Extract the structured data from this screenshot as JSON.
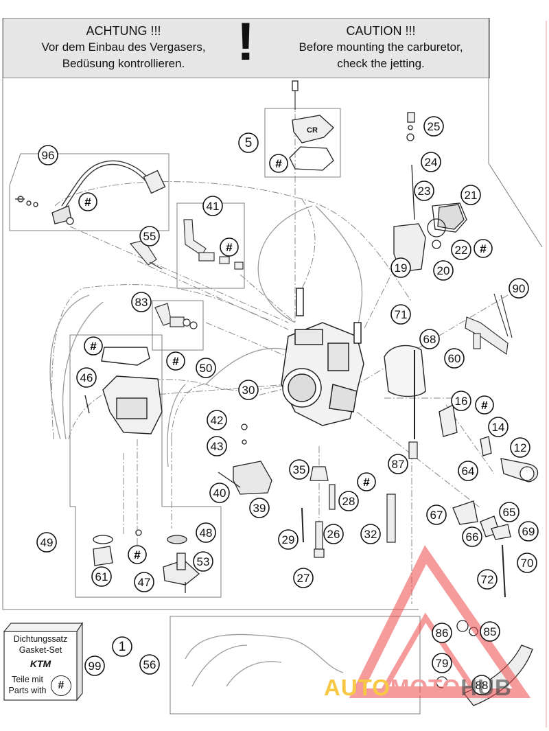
{
  "banner": {
    "de_title": "ACHTUNG !!!",
    "de_line1": "Vor dem Einbau des Vergasers,",
    "de_line2": "Bedüsung kontrollieren.",
    "exclaim": "!",
    "en_title": "CAUTION !!!",
    "en_line1": "Before mounting the carburetor,",
    "en_line2": "check the jetting."
  },
  "gasket_set": {
    "line1": "Dichtungssatz",
    "line2": "Gasket-Set",
    "brand": "KTM",
    "line3": "Teile mit",
    "line4": "Parts with",
    "hash": "#"
  },
  "cap_label": "CR",
  "hash_symbol": "#",
  "callouts": [
    {
      "label": "5"
    },
    {
      "label": "96"
    },
    {
      "label": "41"
    },
    {
      "label": "55"
    },
    {
      "label": "25"
    },
    {
      "label": "24"
    },
    {
      "label": "23"
    },
    {
      "label": "21"
    },
    {
      "label": "22"
    },
    {
      "label": "19"
    },
    {
      "label": "20"
    },
    {
      "label": "90"
    },
    {
      "label": "83"
    },
    {
      "label": "71"
    },
    {
      "label": "68"
    },
    {
      "label": "60"
    },
    {
      "label": "50"
    },
    {
      "label": "46"
    },
    {
      "label": "30"
    },
    {
      "label": "16"
    },
    {
      "label": "14"
    },
    {
      "label": "12"
    },
    {
      "label": "42"
    },
    {
      "label": "43"
    },
    {
      "label": "87"
    },
    {
      "label": "35"
    },
    {
      "label": "64"
    },
    {
      "label": "40"
    },
    {
      "label": "28"
    },
    {
      "label": "39"
    },
    {
      "label": "67"
    },
    {
      "label": "65"
    },
    {
      "label": "29"
    },
    {
      "label": "26"
    },
    {
      "label": "32"
    },
    {
      "label": "66"
    },
    {
      "label": "69"
    },
    {
      "label": "49"
    },
    {
      "label": "48"
    },
    {
      "label": "70"
    },
    {
      "label": "53"
    },
    {
      "label": "61"
    },
    {
      "label": "47"
    },
    {
      "label": "27"
    },
    {
      "label": "72"
    },
    {
      "label": "86"
    },
    {
      "label": "85"
    },
    {
      "label": "1"
    },
    {
      "label": "99"
    },
    {
      "label": "56"
    },
    {
      "label": "79"
    },
    {
      "label": "88"
    }
  ],
  "watermark": {
    "part1": "AUTO",
    "part2": "MOTO",
    "part3": "HUB",
    "colors": {
      "yellow": "#f7c844",
      "red": "#ef4b4b",
      "gray": "#4a4a4a"
    }
  }
}
